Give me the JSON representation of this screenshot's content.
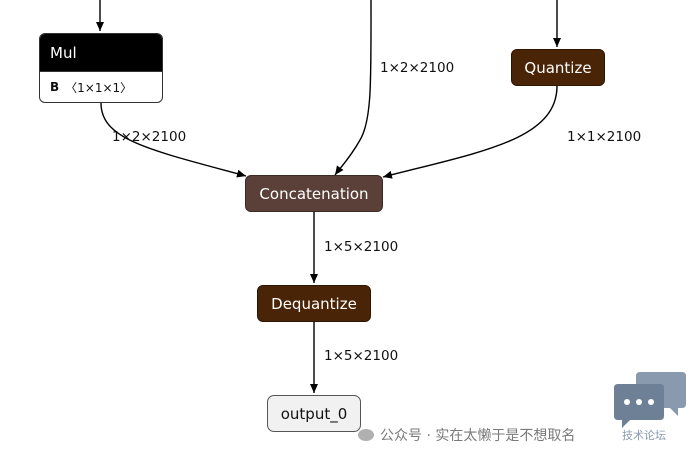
{
  "nodes": {
    "mul": {
      "title": "Mul",
      "attr_name": "B",
      "attr_value": "〈1×1×1〉"
    },
    "quantize": {
      "label": "Quantize"
    },
    "concatenation": {
      "label": "Concatenation"
    },
    "dequantize": {
      "label": "Dequantize"
    },
    "output": {
      "label": "output_0"
    }
  },
  "edges": {
    "top_center_shape": "1×2×2100",
    "mul_to_concat_shape": "1×2×2100",
    "quantize_to_concat_shape": "1×1×2100",
    "concat_to_dequantize_shape": "1×5×2100",
    "dequantize_to_output_shape": "1×5×2100"
  },
  "watermark": {
    "text": "公众号 · 实在太懒于是不想取名",
    "brand_text": "技术论坛"
  },
  "colors": {
    "mul_header": "#000000",
    "concat_fill": "#5a4038",
    "quantize_fill": "#4a2406",
    "output_fill": "#f1f1f1",
    "edge_stroke": "#000000"
  }
}
